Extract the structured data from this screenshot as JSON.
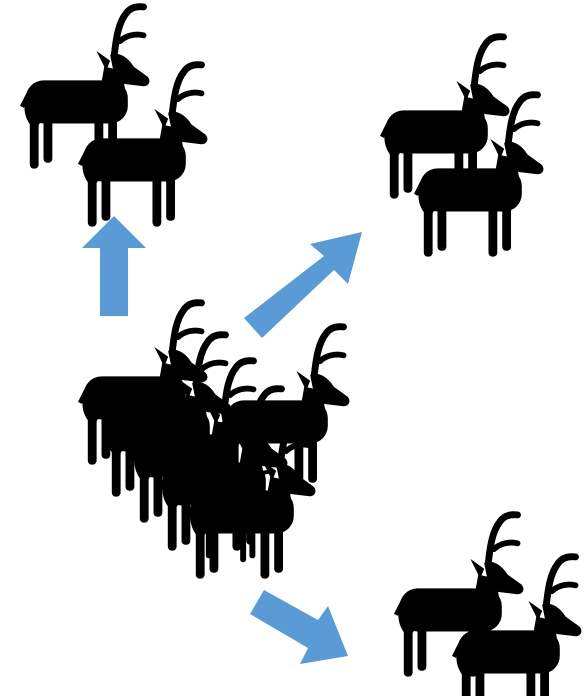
{
  "colors": {
    "animal": "#000000",
    "arrow": "#5b9bd5",
    "background": "#ffffff"
  },
  "icons": {
    "animal": "antelope-icon",
    "arrow": "block-arrow-icon"
  },
  "diagram": {
    "source_group": {
      "animal_count": 7
    },
    "split_groups": [
      {
        "direction": "up",
        "animal_count": 2
      },
      {
        "direction": "up-right",
        "animal_count": 2
      },
      {
        "direction": "down-right",
        "animal_count": 2
      }
    ]
  }
}
